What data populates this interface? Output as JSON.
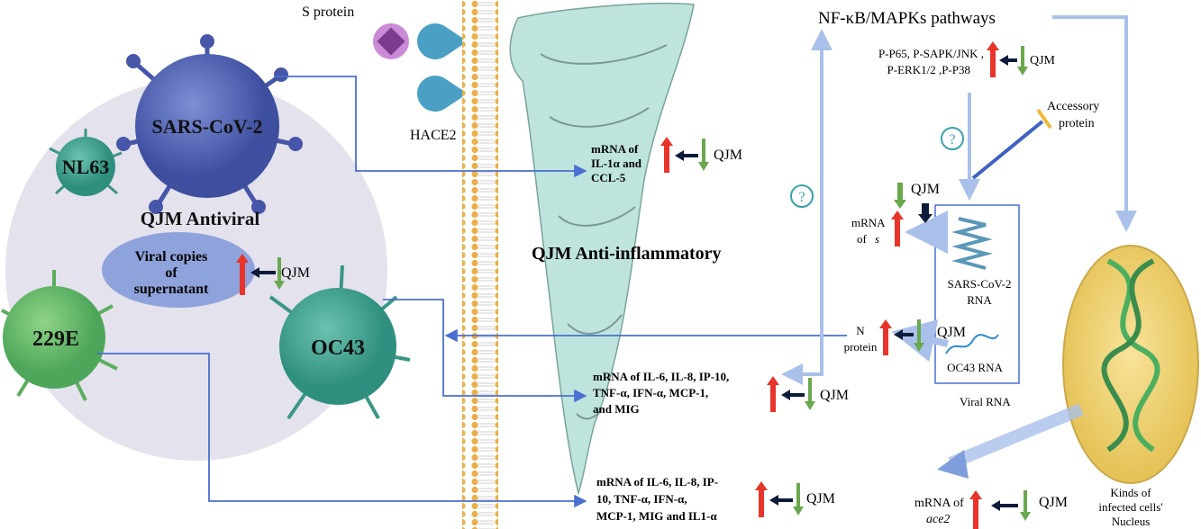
{
  "colors": {
    "up_arrow": "#e8342a",
    "down_arrow": "#6aa84f",
    "inhibit_arrow": "#0d1b3a",
    "connector_line": "#4a6fd0",
    "pathway_arrow": "#a9c1ea",
    "antiviral_bg": "#e4e2ec",
    "membrane_bead": "#e9b04c",
    "nucleus": "#f4d67a"
  },
  "viruses": {
    "sars": "SARS-CoV-2",
    "nl63": "NL63",
    "e229": "229E",
    "oc43": "OC43"
  },
  "antiviral": {
    "title": "QJM Antiviral",
    "ellipse_line1": "Viral copies",
    "ellipse_line2": "of",
    "ellipse_line3": "supernatant",
    "qjm": "QJM"
  },
  "receptor": {
    "s_protein": "S protein",
    "hace2": "HACE2"
  },
  "anti_inflammatory": {
    "title": "QJM Anti-inflammatory",
    "il1": {
      "l1": "mRNA of",
      "l2": "IL-1α and",
      "l3": "CCL-5",
      "qjm": "QJM"
    },
    "oc43": {
      "l1": "mRNA of IL-6, IL-8, IP-10,",
      "l2": "TNF-α, IFN-α, MCP-1,",
      "l3": "and MIG",
      "qjm": "QJM"
    },
    "e229": {
      "l1": "mRNA of IL-6, IL-8, IP-",
      "l2": "10, TNF-α, IFN-α,",
      "l3": "MCP-1, MIG and IL1-α",
      "qjm": "QJM"
    }
  },
  "pathway": {
    "title": "NF-κB/MAPKs pathways",
    "proteins_l1": "P-P65, P-SAPK/JNK ,",
    "proteins_l2": "P-ERK1/2 ,P-P38",
    "qjm": "QJM",
    "accessory_l1": "Accessory",
    "accessory_l2": "protein",
    "question": "?"
  },
  "viral_rna": {
    "mrna_s_l1": "mRNA",
    "mrna_s_l2": "of",
    "mrna_s_italic": "s",
    "qjm_s": "QJM",
    "sars_rna_l1": "SARS-CoV-2",
    "sars_rna_l2": "RNA",
    "n_protein_l1": "N",
    "n_protein_l2": "protein",
    "qjm_n": "QJM",
    "oc43_rna": "OC43 RNA",
    "box_label": "Viral RNA"
  },
  "nucleus": {
    "l1": "Kinds of",
    "l2": "infected cells'",
    "l3": "Nucleus",
    "ace2_l1": "mRNA of",
    "ace2_l2": "ace2",
    "qjm": "QJM"
  }
}
